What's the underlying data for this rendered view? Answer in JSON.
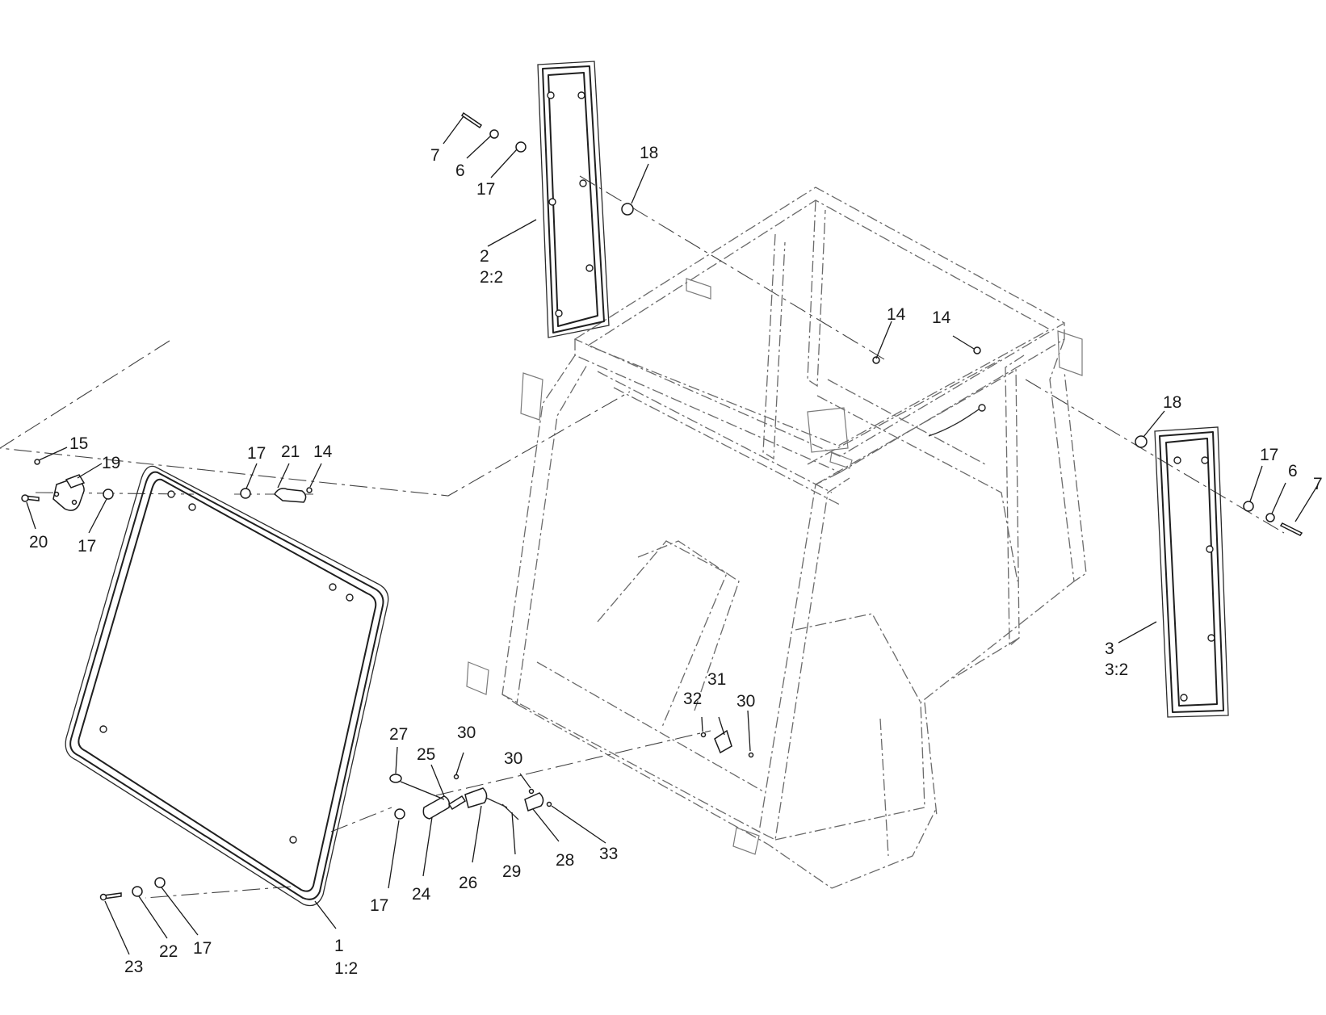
{
  "diagram": {
    "callouts": [
      {
        "id": "c7a",
        "text": "7"
      },
      {
        "id": "c6a",
        "text": "6"
      },
      {
        "id": "c17a",
        "text": "17"
      },
      {
        "id": "c18a",
        "text": "18"
      },
      {
        "id": "c2",
        "text": "2"
      },
      {
        "id": "c2q",
        "text": "2:2"
      },
      {
        "id": "c14a",
        "text": "14"
      },
      {
        "id": "c14b",
        "text": "14"
      },
      {
        "id": "c18b",
        "text": "18"
      },
      {
        "id": "c17b",
        "text": "17"
      },
      {
        "id": "c6b",
        "text": "6"
      },
      {
        "id": "c7b",
        "text": "7"
      },
      {
        "id": "c3",
        "text": "3"
      },
      {
        "id": "c3q",
        "text": "3:2"
      },
      {
        "id": "c15",
        "text": "15"
      },
      {
        "id": "c19",
        "text": "19"
      },
      {
        "id": "c20",
        "text": "20"
      },
      {
        "id": "c17c",
        "text": "17"
      },
      {
        "id": "c17d",
        "text": "17"
      },
      {
        "id": "c21",
        "text": "21"
      },
      {
        "id": "c14c",
        "text": "14"
      },
      {
        "id": "c32",
        "text": "32"
      },
      {
        "id": "c31",
        "text": "31"
      },
      {
        "id": "c30a",
        "text": "30"
      },
      {
        "id": "c27",
        "text": "27"
      },
      {
        "id": "c25",
        "text": "25"
      },
      {
        "id": "c30b",
        "text": "30"
      },
      {
        "id": "c30c",
        "text": "30"
      },
      {
        "id": "c17e",
        "text": "17"
      },
      {
        "id": "c24",
        "text": "24"
      },
      {
        "id": "c26",
        "text": "26"
      },
      {
        "id": "c29",
        "text": "29"
      },
      {
        "id": "c28",
        "text": "28"
      },
      {
        "id": "c33",
        "text": "33"
      },
      {
        "id": "c23",
        "text": "23"
      },
      {
        "id": "c22",
        "text": "22"
      },
      {
        "id": "c17f",
        "text": "17"
      },
      {
        "id": "c1",
        "text": "1"
      },
      {
        "id": "c1q",
        "text": "1:2"
      }
    ]
  }
}
